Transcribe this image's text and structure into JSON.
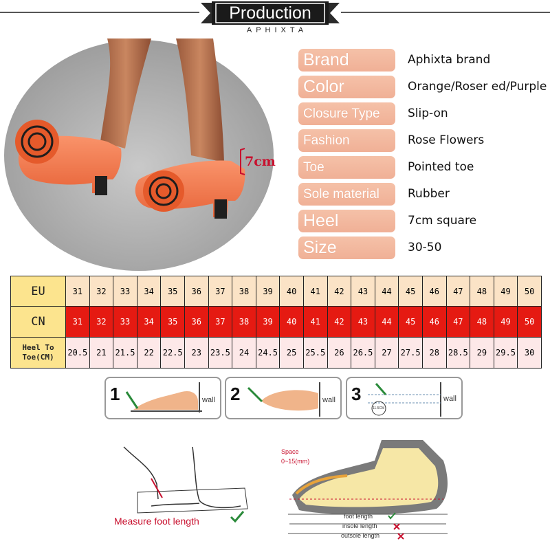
{
  "header": {
    "title": "Production",
    "subtitle": "APHIXTA"
  },
  "photo": {
    "heel_label": "7cm"
  },
  "specs": [
    {
      "key": "Brand",
      "value": "Aphixta brand",
      "key_size": 25
    },
    {
      "key": "Color",
      "value": "Orange/Roser ed/Purple",
      "key_size": 25
    },
    {
      "key": "Closure Type",
      "value": "Slip-on",
      "key_size": 19
    },
    {
      "key": "Fashion",
      "value": "Rose Flowers",
      "key_size": 19
    },
    {
      "key": "Toe",
      "value": "Pointed toe",
      "key_size": 19
    },
    {
      "key": "Sole material",
      "value": "Rubber",
      "key_size": 19
    },
    {
      "key": "Heel",
      "value": "7cm square",
      "key_size": 25
    },
    {
      "key": "Size",
      "value": "30-50",
      "key_size": 25
    }
  ],
  "size_table": {
    "eu_label": "EU",
    "cn_label": "CN",
    "heel_label_1": "Heel To",
    "heel_label_2": "Toe(CM)",
    "eu": [
      "31",
      "32",
      "33",
      "34",
      "35",
      "36",
      "37",
      "38",
      "39",
      "40",
      "41",
      "42",
      "43",
      "44",
      "45",
      "46",
      "47",
      "48",
      "49",
      "50"
    ],
    "cn": [
      "31",
      "32",
      "33",
      "34",
      "35",
      "36",
      "37",
      "38",
      "39",
      "40",
      "41",
      "42",
      "43",
      "44",
      "45",
      "46",
      "47",
      "48",
      "49",
      "50"
    ],
    "heel_to_toe": [
      "20.5",
      "21",
      "21.5",
      "22",
      "22.5",
      "23",
      "23.5",
      "24",
      "24.5",
      "25",
      "25.5",
      "26",
      "26.5",
      "27",
      "27.5",
      "28",
      "28.5",
      "29",
      "29.5",
      "30"
    ]
  },
  "instructions": {
    "steps": [
      {
        "number": "1",
        "label": "wall"
      },
      {
        "number": "2",
        "label": "wall"
      },
      {
        "number": "3",
        "label": "wall",
        "ruler_text": "11.5CM"
      }
    ],
    "measure_caption": "Measure foot length",
    "space_caption": "Space",
    "space_range": "0~15(mm)",
    "foot_length": "foot length",
    "insole_length": "insole length",
    "outsole_length": "outsole length"
  },
  "colors": {
    "spec_key_bg": "#f3b89e",
    "cn_row": "#e51a12",
    "eu_row": "#fbe3c6",
    "label_col": "#fce48e",
    "heel_row": "#fde8e8",
    "accent_red": "#c8102e",
    "shoe_orange": "#f27a4d"
  }
}
